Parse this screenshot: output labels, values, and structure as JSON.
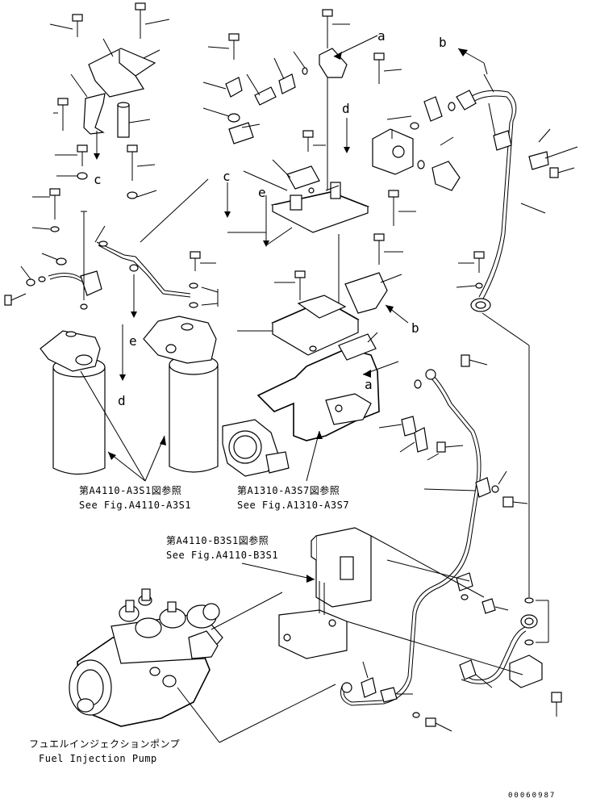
{
  "diagram": {
    "letters": {
      "a": "a",
      "b": "b",
      "c": "c",
      "d": "d",
      "e": "e"
    },
    "refs": {
      "fuel_filter_jp": "第A4110-A3S1図参照",
      "fuel_filter_en": "See Fig.A4110-A3S1",
      "manifold_jp": "第A1310-A3S7図参照",
      "manifold_en": "See Fig.A1310-A3S7",
      "bracket_jp": "第A4110-B3S1図参照",
      "bracket_en": "See Fig.A4110-B3S1",
      "pump_jp": "フュエルインジェクションポンプ",
      "pump_en": "Fuel Injection Pump"
    },
    "doc_number": "00060987"
  }
}
